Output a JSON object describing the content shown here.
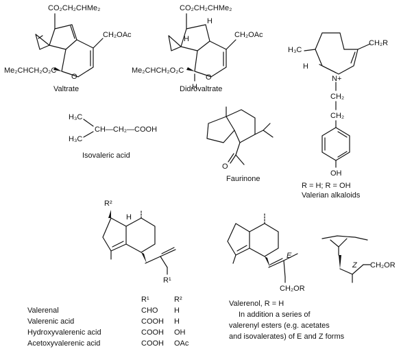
{
  "structures": {
    "valtrate": {
      "name": "Valtrate",
      "sub_top": "CO₂CH₂CHMe₂",
      "sub_right": "CH₂OAc",
      "sub_left": "Me₂CHCH₂O₂C",
      "ring_o": "O"
    },
    "didrovaltrate": {
      "name": "Didrovaltrate",
      "sub_top": "CO₂CH₂CHMe₂",
      "sub_right": "CH₂OAc",
      "sub_left": "Me₂CHCH₂O₂C",
      "ring_o": "O",
      "h1": "H",
      "h2": "H",
      "h3": "H"
    },
    "valerian_alkaloids": {
      "name": "Valerian alkaloids",
      "r_def": "R = H; R = OH",
      "methyl": "H₃C",
      "h": "H",
      "ch2r": "CH₂R",
      "n_plus": "N+",
      "ch2a": "CH₂",
      "ch2b": "CH₂",
      "oh": "OH"
    },
    "isovaleric_acid": {
      "name": "Isovaleric acid",
      "me_top": "H₃C",
      "me_bottom": "H₃C",
      "chain": "CH—CH₂—COOH"
    },
    "faurinone": {
      "name": "Faurinone",
      "o": "O"
    },
    "valerenal_family": {
      "r2": "R²",
      "r1": "R¹",
      "h": "H"
    },
    "valerenol": {
      "name": "Valerenol, R = H",
      "note_line1": "In addition a series of",
      "note_line2": "valerenyl esters (e.g. acetates",
      "note_line3": "and isovalerates) of E and Z forms",
      "e_label": "E",
      "z_label": "Z",
      "ch2or_1": "CH₂OR",
      "ch2or_2": "CH₂OR"
    }
  },
  "table": {
    "headers": [
      "",
      "R¹",
      "R²"
    ],
    "rows": [
      [
        "Valerenal",
        "CHO",
        "H"
      ],
      [
        "Valerenic acid",
        "COOH",
        "H"
      ],
      [
        "Hydroxyvalerenic acid",
        "COOH",
        "OH"
      ],
      [
        "Acetoxyvalerenic acid",
        "COOH",
        "OAc"
      ]
    ]
  }
}
